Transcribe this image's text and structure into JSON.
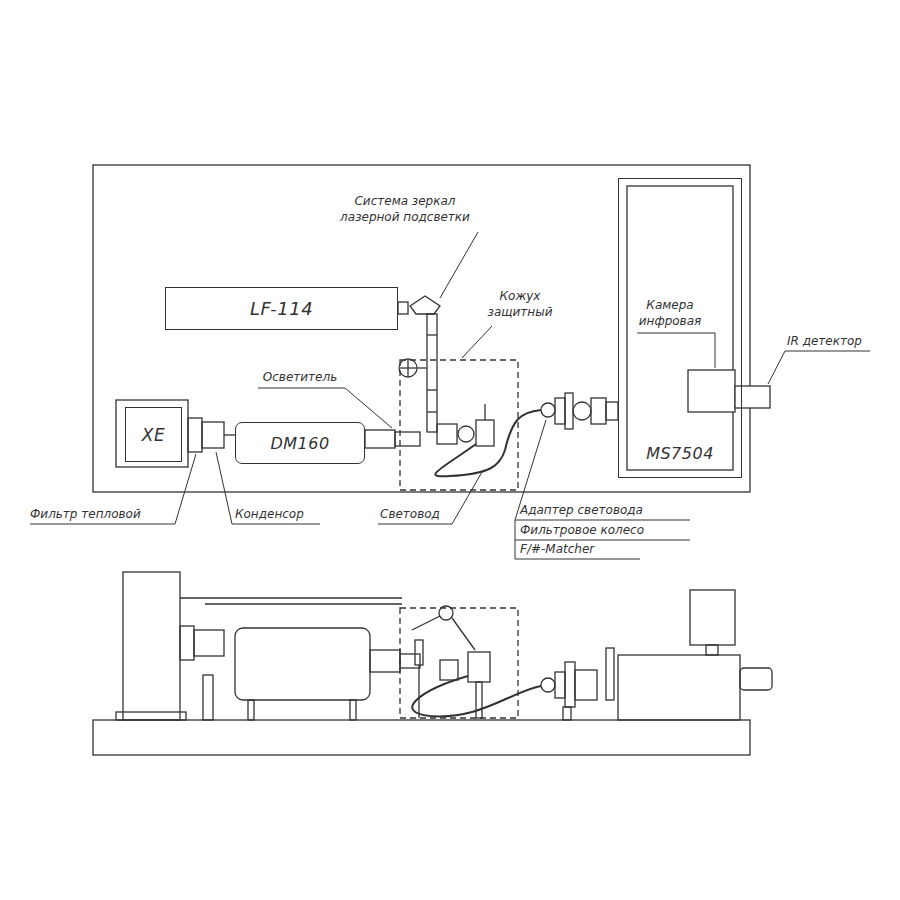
{
  "diagram": {
    "nodes": [
      {
        "text": [
          "LF-114"
        ]
      },
      {
        "text": [
          "XE"
        ]
      },
      {
        "text": [
          "DM160"
        ]
      },
      {
        "text": [
          "MS7504"
        ]
      }
    ],
    "labels": [
      "Система зеркал лазерной подсветки",
      "Кожух защитный",
      "Камера инфровая",
      "IR детектор",
      "Осветитель",
      "Фильтр тепловой",
      "Конденсор",
      "Световод",
      "Адаптер световода",
      "Фильтровое колесо",
      "F/#-Matcher"
    ]
  }
}
